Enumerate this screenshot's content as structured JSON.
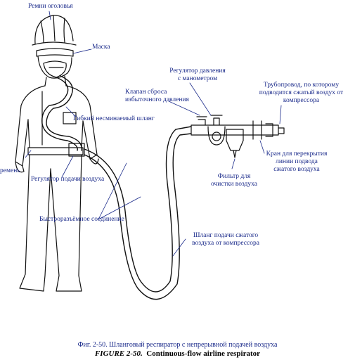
{
  "labels": {
    "strap": "Ремни оголовья",
    "mask": "Маска",
    "flex_hose": "Гибкий несминаемый шланг",
    "belt": "ремень",
    "flow_regulator": "Регулятор подачи воздуха",
    "quick_disconnect": "Быстроразъёмное соединение",
    "pressure_regulator_l1": "Регулятор давления",
    "pressure_regulator_l2": "с манометром",
    "relief_valve_l1": "Клапан сброса",
    "relief_valve_l2": "избыточного давления",
    "pipeline_l1": "Трубопровод, по которому",
    "pipeline_l2": "подводится сжатый воздух от",
    "pipeline_l3": "компрессора",
    "shutoff_l1": "Кран для перекрытия",
    "shutoff_l2": "линии подвода",
    "shutoff_l3": "сжатого воздуха",
    "filter_l1": "Фильтр для",
    "filter_l2": "очистки воздуха",
    "supply_hose_l1": "Шланг подачи сжатого",
    "supply_hose_l2": "воздуха от компрессора"
  },
  "caption": {
    "ru": "Фиг. 2-50. Шланговый респиратор с непрерывной подачей воздуха",
    "en_figure": "FIGURE 2-50.",
    "en_title": "Continuous-flow airline respirator"
  },
  "colors": {
    "label": "#1a2a8a",
    "line": "#111111"
  }
}
